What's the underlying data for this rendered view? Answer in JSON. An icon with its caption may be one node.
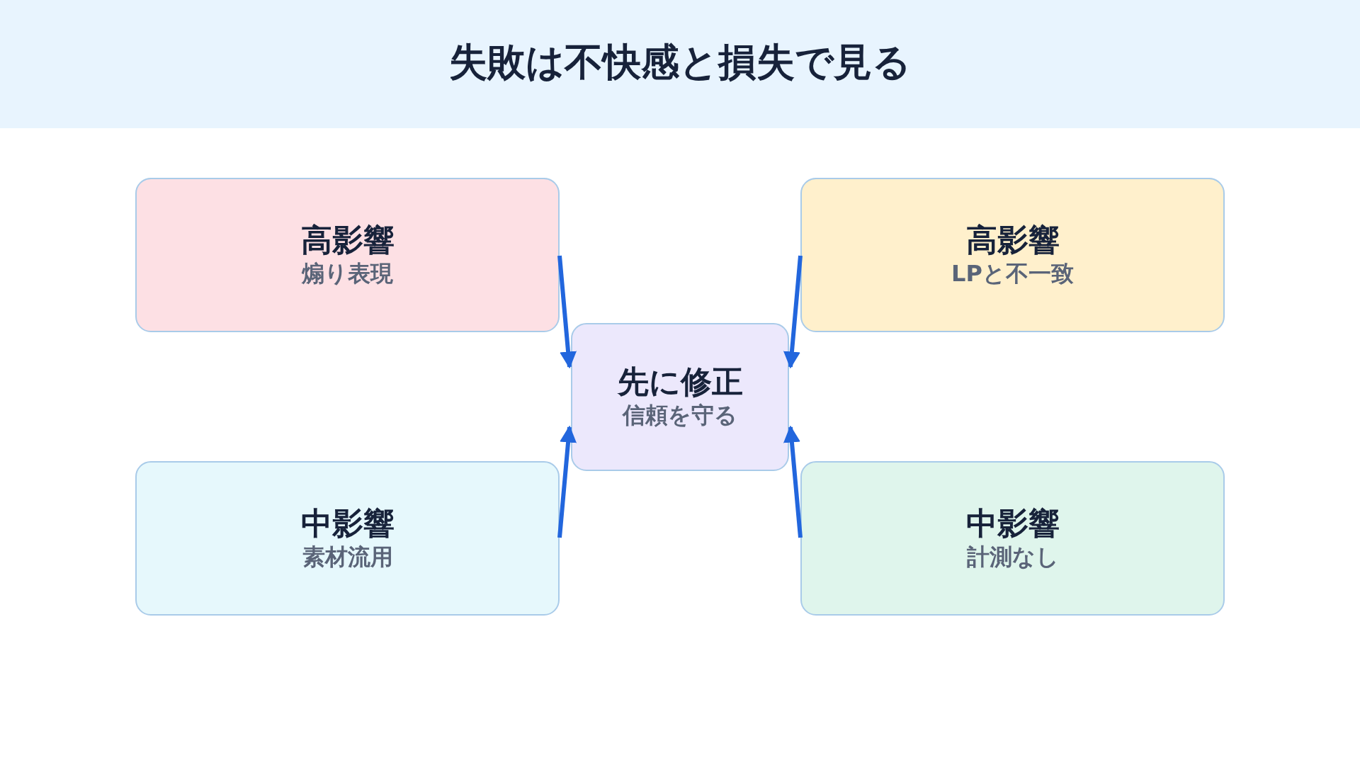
{
  "diagram": {
    "title": "失敗は不快感と損失で見る",
    "nodes": [
      {
        "text": [
          "高影響",
          "煽り表現"
        ]
      },
      {
        "text": [
          "高影響",
          "LPと不一致"
        ]
      },
      {
        "text": [
          "先に修正",
          "信頼を守る"
        ]
      },
      {
        "text": [
          "中影響",
          "素材流用"
        ]
      },
      {
        "text": [
          "中影響",
          "計測なし"
        ]
      }
    ],
    "edges": [
      {
        "from": 0,
        "to": 2,
        "arrow": "to"
      },
      {
        "from": 1,
        "to": 2,
        "arrow": "to"
      },
      {
        "from": 3,
        "to": 2,
        "arrow": "to"
      },
      {
        "from": 4,
        "to": 2,
        "arrow": "to"
      }
    ]
  }
}
